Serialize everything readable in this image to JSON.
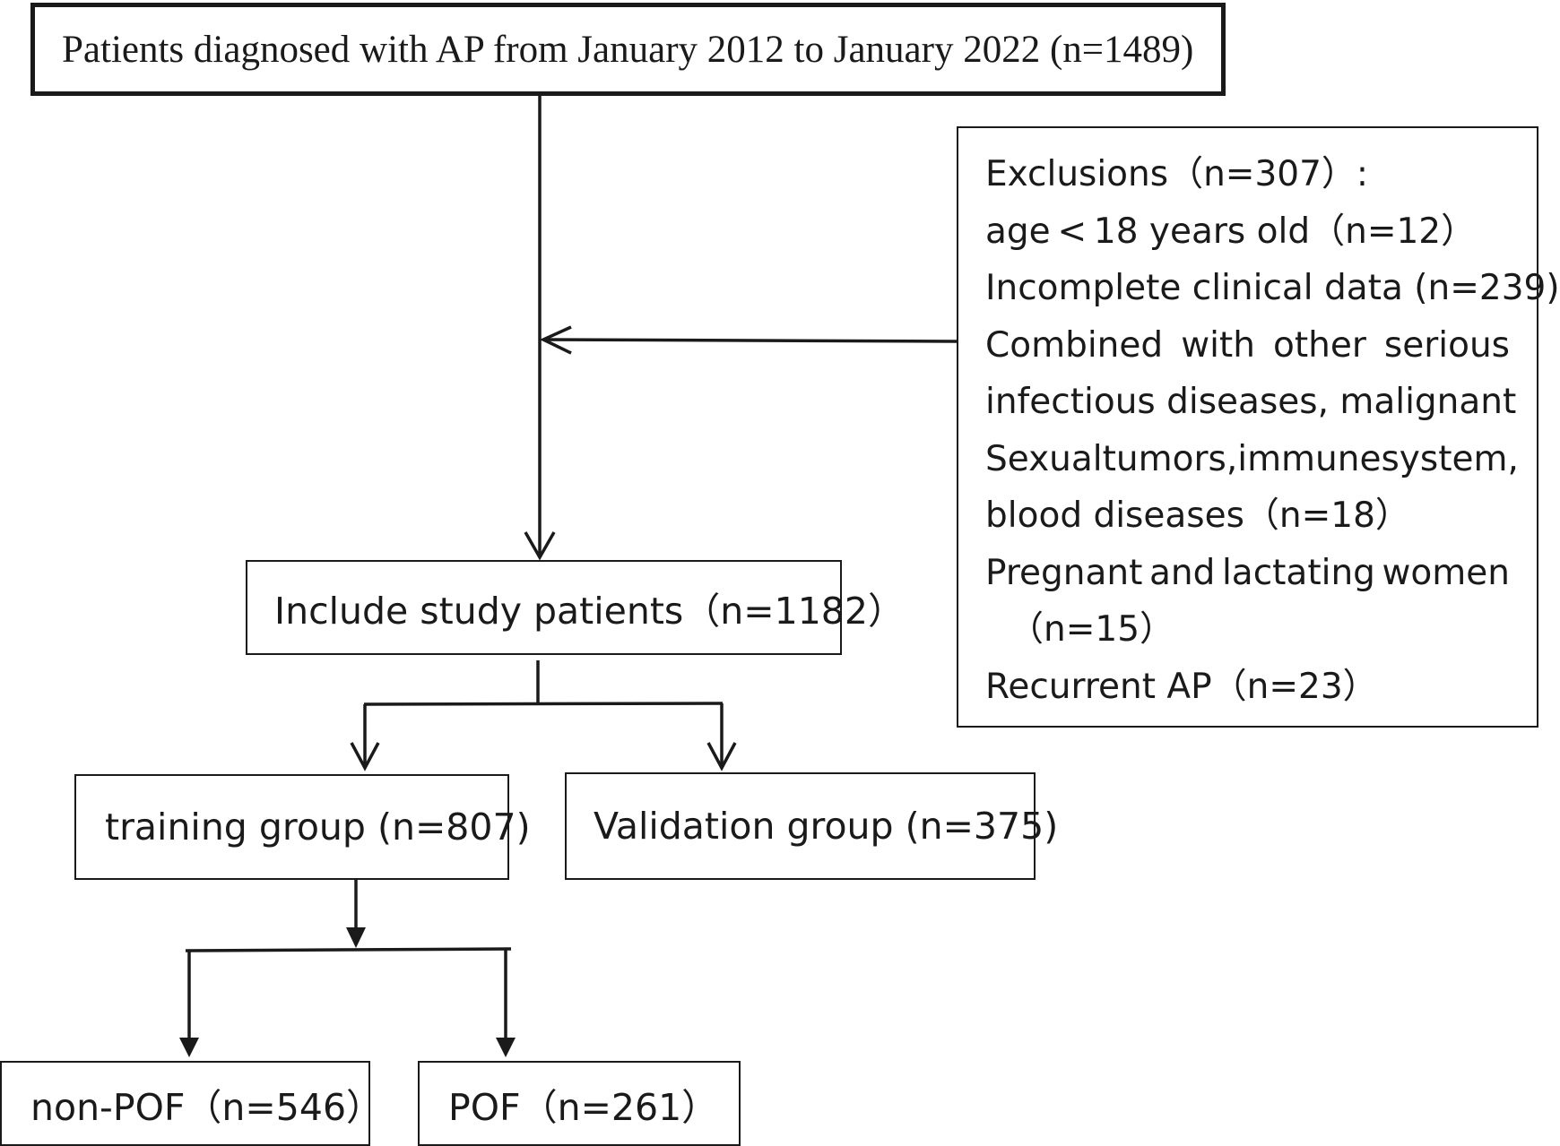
{
  "diagram": {
    "top_box": "Patients diagnosed with AP from January 2012 to January 2022 (n=1489)",
    "exclusions": {
      "title": "Exclusions（n=307）:",
      "age": "age < 18 years old（n=12）",
      "incomplete": "Incomplete clinical data (n=239)",
      "combined_words": [
        "Combined",
        "with",
        "other",
        "serious"
      ],
      "infectious": "infectious diseases, malignant",
      "sexual_words": [
        "Sexual",
        "tumors,",
        "immune",
        "system,"
      ],
      "blood": "blood diseases（n=18）",
      "pregnant_words": [
        "Pregnant",
        "and",
        "lactating",
        "women"
      ],
      "pregnant_n": "（n=15）",
      "recurrent": "Recurrent AP（n=23）"
    },
    "include_box": "Include study patients（n=1182）",
    "training_box": "training group (n=807)",
    "validation_box": "Validation group (n=375)",
    "non_pof_box": "non-POF（n=546）",
    "pof_box": "POF（n=261）"
  }
}
